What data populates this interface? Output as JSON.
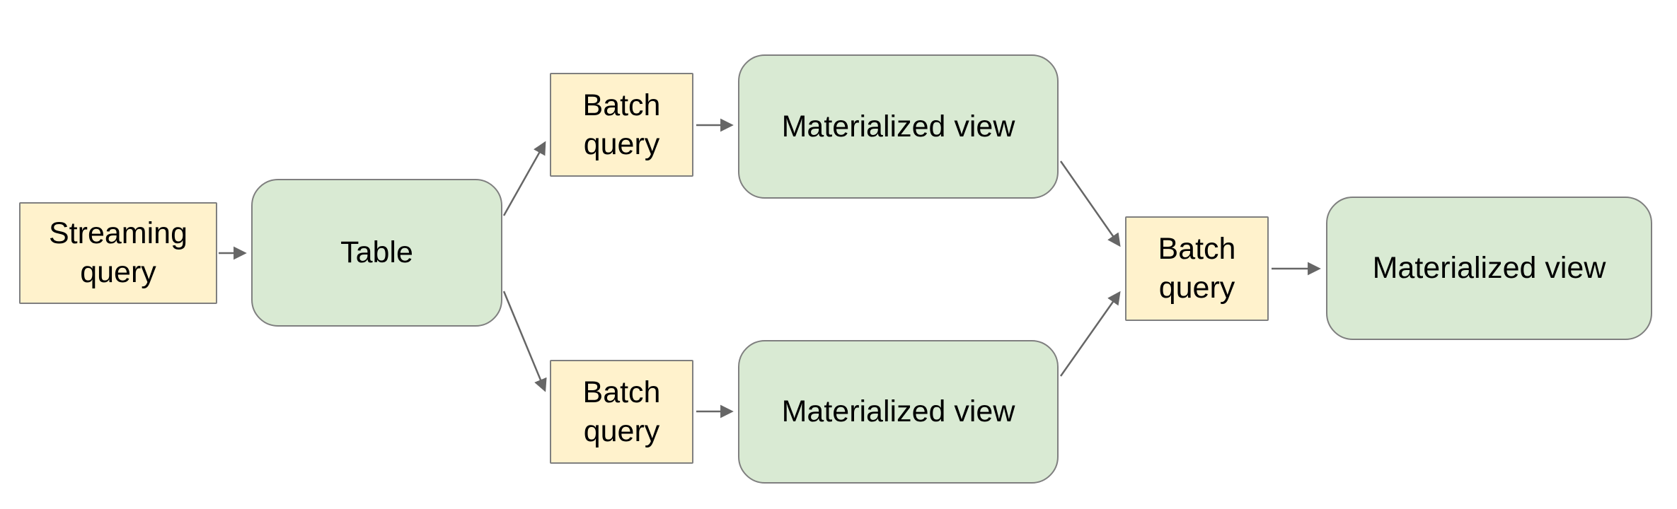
{
  "diagram": {
    "nodes": [
      {
        "id": "streaming-query",
        "label": "Streaming query",
        "kind": "query"
      },
      {
        "id": "table",
        "label": "Table",
        "kind": "dataset"
      },
      {
        "id": "batch-query-top",
        "label": "Batch query",
        "kind": "query"
      },
      {
        "id": "materialized-view-top",
        "label": "Materialized view",
        "kind": "dataset"
      },
      {
        "id": "batch-query-bottom",
        "label": "Batch query",
        "kind": "query"
      },
      {
        "id": "materialized-view-bottom",
        "label": "Materialized view",
        "kind": "dataset"
      },
      {
        "id": "batch-query-right",
        "label": "Batch query",
        "kind": "query"
      },
      {
        "id": "materialized-view-right",
        "label": "Materialized view",
        "kind": "dataset"
      }
    ],
    "edges": [
      {
        "from": "streaming-query",
        "to": "table"
      },
      {
        "from": "table",
        "to": "batch-query-top"
      },
      {
        "from": "table",
        "to": "batch-query-bottom"
      },
      {
        "from": "batch-query-top",
        "to": "materialized-view-top"
      },
      {
        "from": "batch-query-bottom",
        "to": "materialized-view-bottom"
      },
      {
        "from": "materialized-view-top",
        "to": "batch-query-right"
      },
      {
        "from": "materialized-view-bottom",
        "to": "batch-query-right"
      },
      {
        "from": "batch-query-right",
        "to": "materialized-view-right"
      }
    ],
    "colors": {
      "query_fill": "#fff2cc",
      "dataset_fill": "#d9ead3",
      "node_border": "#7f7f7f",
      "arrow": "#666666",
      "text": "#000000",
      "background": "#ffffff"
    }
  }
}
